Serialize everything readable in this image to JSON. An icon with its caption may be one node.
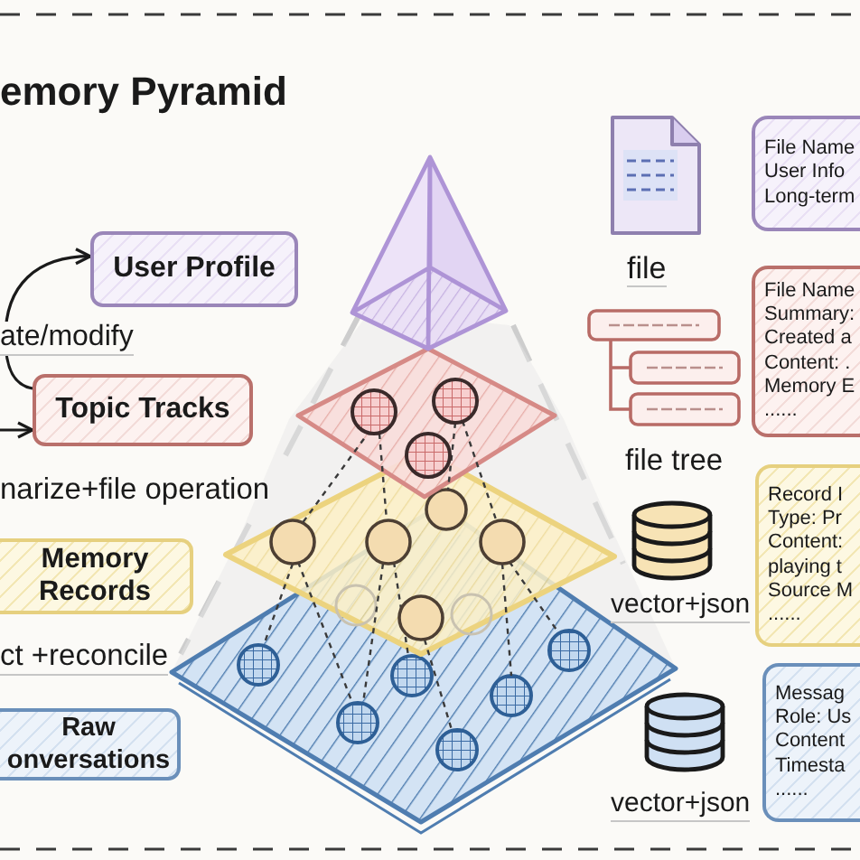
{
  "diagram": {
    "title": "emory Pyramid",
    "nodes": [
      {
        "text": [
          "User Profile"
        ]
      },
      {
        "text": [
          "Topic Tracks"
        ]
      },
      {
        "text": [
          "Memory Records"
        ]
      },
      {
        "text": [
          "Raw onversations"
        ]
      },
      {
        "text": [
          "File Name",
          "User Info",
          "Long-term"
        ]
      },
      {
        "text": [
          "File Name",
          "Summary:",
          "Created a",
          "Content: .",
          "Memory E",
          "......"
        ]
      },
      {
        "text": [
          "Record I",
          "Type: Pr",
          "Content:",
          "playing t",
          "Source M",
          "......"
        ]
      },
      {
        "text": [
          "Messag",
          "Role: Us",
          "Content",
          "Timesta",
          "......"
        ]
      }
    ],
    "edges": [
      {
        "from": 1,
        "to": 0,
        "arrow": "to",
        "label": "ate/modify"
      },
      {
        "from": null,
        "to": 1,
        "arrow": "to"
      }
    ],
    "labels": [
      "narize+file operation",
      "ct +reconcile",
      "file",
      "file tree",
      "vector+json",
      "vector+json"
    ]
  }
}
